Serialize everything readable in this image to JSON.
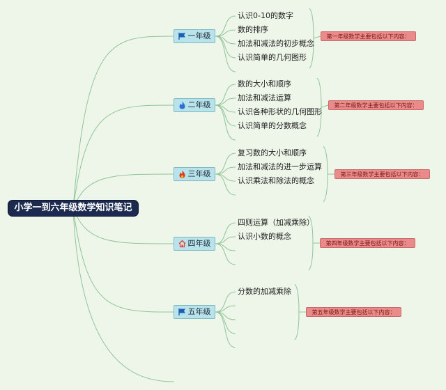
{
  "root": {
    "title": "小学一到六年级数学知识笔记"
  },
  "grades": [
    {
      "label": "一年级",
      "icon": "flag-icon",
      "topics": [
        "认识0-10的数字",
        "数的排序",
        "加法和减法的初步概念",
        "认识简单的几何图形"
      ],
      "note": "第一年级数学主要包括以下内容："
    },
    {
      "label": "二年级",
      "icon": "flame-blue-icon",
      "topics": [
        "数的大小和顺序",
        "加法和减法运算",
        "认识各种形状的几何图形",
        "认识简单的分数概念"
      ],
      "note": "第二年级数学主要包括以下内容："
    },
    {
      "label": "三年级",
      "icon": "flame-red-icon",
      "topics": [
        "复习数的大小和顺序",
        "加法和减法的进一步运算",
        "认识乘法和除法的概念"
      ],
      "note": "第三年级数学主要包括以下内容："
    },
    {
      "label": "四年级",
      "icon": "home-icon",
      "topics": [
        "四则运算（加减乘除）",
        "认识小数的概念"
      ],
      "note": "第四年级数学主要包括以下内容："
    },
    {
      "label": "五年级",
      "icon": "flag-icon",
      "topics": [
        "分数的加减乘除"
      ],
      "note": "第五年级数学主要包括以下内容："
    }
  ],
  "colors": {
    "background": "#eef6e9",
    "root_fill": "#1b2a4e",
    "grade_fill": "#b9e3ea",
    "note_fill": "#ea8a8a",
    "line": "#8fc49a"
  }
}
